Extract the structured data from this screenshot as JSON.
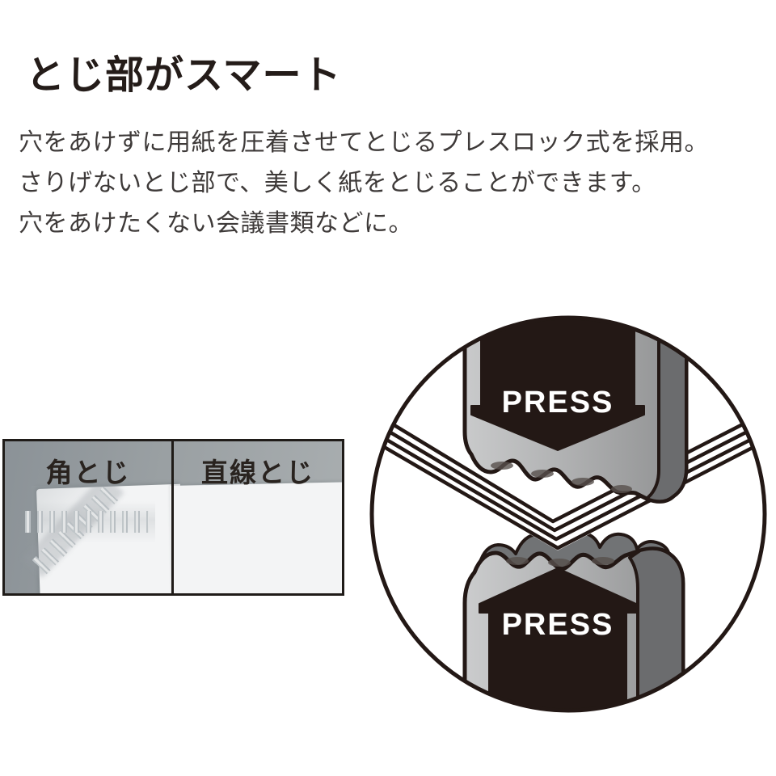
{
  "header": {
    "title": "とじ部がスマート"
  },
  "description": {
    "line1": "穴をあけずに用紙を圧着させてとじるプレスロック式を採用。",
    "line2": "さりげないとじ部で、美しく紙をとじることができます。",
    "line3": "穴をあけたくない会議書類などに。"
  },
  "photo_panel": {
    "left_label": "角とじ",
    "right_label": "直線とじ"
  },
  "press_diagram": {
    "top_arrow_label": "PRESS",
    "bottom_arrow_label": "PRESS"
  },
  "colors": {
    "ink": "#231815",
    "body_text": "#3e3a39",
    "photo_background": "#9aa0a4",
    "paper_white": "#f3f4f5",
    "head_gray_light": "#c9cacb",
    "head_gray_mid": "#9b9c9d",
    "head_gray_dark": "#6b6c6e"
  }
}
